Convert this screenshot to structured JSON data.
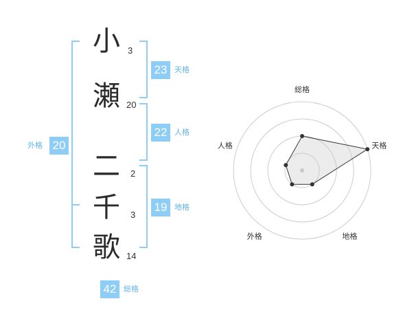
{
  "name": {
    "chars": [
      {
        "char": "小",
        "strokes": "3"
      },
      {
        "char": "瀬",
        "strokes": "20"
      },
      {
        "char": "二",
        "strokes": "2"
      },
      {
        "char": "千",
        "strokes": "3"
      },
      {
        "char": "歌",
        "strokes": "14"
      }
    ]
  },
  "fortunes": {
    "tenkaku": {
      "value": "23",
      "label": "天格"
    },
    "jinkaku": {
      "value": "22",
      "label": "人格"
    },
    "chikaku": {
      "value": "19",
      "label": "地格"
    },
    "gaikaku": {
      "value": "20",
      "label": "外格"
    },
    "soukaku": {
      "value": "42",
      "label": "総格"
    }
  },
  "colors": {
    "accent": "#8dcdf6",
    "accent_text": "#62b5ec"
  },
  "chart_data": {
    "type": "radar",
    "axes": [
      "総格",
      "天格",
      "地格",
      "外格",
      "人格"
    ],
    "series": [
      {
        "values": [
          2,
          4,
          1,
          1,
          1
        ]
      }
    ],
    "scale": [
      0,
      4
    ],
    "grid": true
  }
}
